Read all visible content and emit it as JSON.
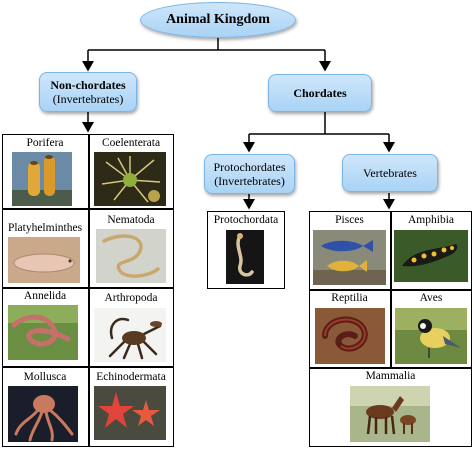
{
  "root": "Animal Kingdom",
  "nonchordates": {
    "line1": "Non-chordates",
    "line2": "(Invertebrates)"
  },
  "chordates": "Chordates",
  "protochordates": {
    "line1": "Protochordates",
    "line2": "(Invertebrates)"
  },
  "vertebrates": "Vertebrates",
  "invertebrate_phyla": [
    "Porifera",
    "Coelenterata",
    "Platyhelminthes",
    "Nematoda",
    "Annelida",
    "Arthropoda",
    "Mollusca",
    "Echinodermata"
  ],
  "protochordata": "Protochordata",
  "vertebrate_classes": [
    "Pisces",
    "Amphibia",
    "Reptilia",
    "Aves",
    "Mammalia"
  ]
}
